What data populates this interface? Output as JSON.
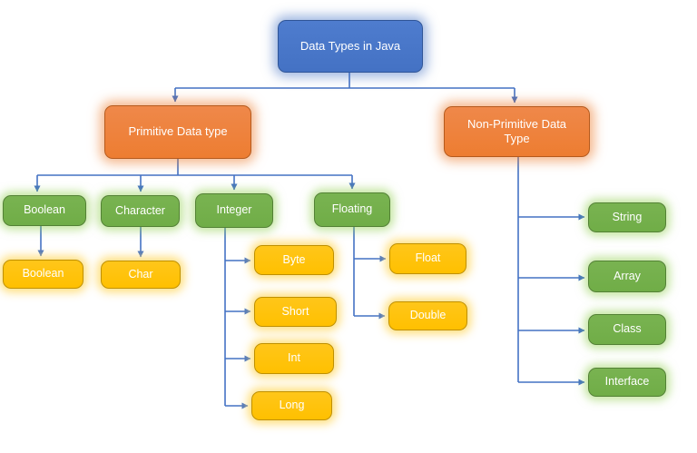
{
  "diagram": {
    "title": "Data Types in Java",
    "colors": {
      "root_fill": "#4472C4",
      "branch_fill": "#ED7D31",
      "category_fill": "#70AD47",
      "leaf_fill": "#FFC000",
      "connector": "#4472C4",
      "text": "#FFFFFF"
    },
    "root": {
      "label": "Data Types in Java"
    },
    "level1": [
      {
        "label": "Primitive Data type"
      },
      {
        "label": "Non-Primitive Data Type"
      }
    ],
    "primitive_categories": [
      {
        "label": "Boolean",
        "children": [
          "Boolean"
        ]
      },
      {
        "label": "Character",
        "children": [
          "Char"
        ]
      },
      {
        "label": "Integer",
        "children": [
          "Byte",
          "Short",
          "Int",
          "Long"
        ]
      },
      {
        "label": "Floating",
        "children": [
          "Float",
          "Double"
        ]
      }
    ],
    "non_primitive_types": [
      "String",
      "Array",
      "Class",
      "Interface"
    ]
  }
}
